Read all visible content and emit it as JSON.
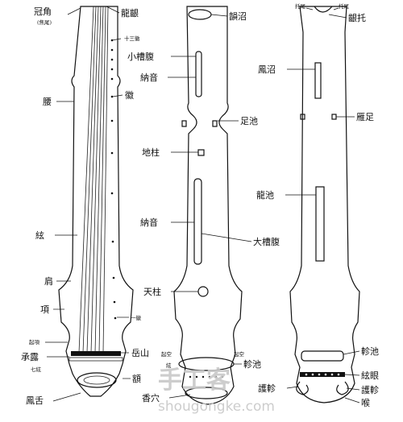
{
  "front_view": {
    "labels": {
      "guanjiao": "冠角",
      "guanjiao_sub": "(焦尾)",
      "longyin": "龍齦",
      "shisan_hui": "十三徽",
      "hui": "徽",
      "yao": "腰",
      "xian": "絃",
      "jian": "肩",
      "xiang": "項",
      "qixiang": "起項",
      "chenglu": "承露",
      "qixian": "七絃",
      "yihui": "一徽",
      "yueshan": "岳山",
      "e": "額",
      "fengshe": "鳳舌"
    }
  },
  "back_view": {
    "labels": {
      "yinzhao": "韻沼",
      "xiaocaofu": "小槽腹",
      "nayin_top": "納音",
      "zuchi": "足池",
      "dizhu": "地柱",
      "nayin_mid": "納音",
      "dacaofu": "大槽腹",
      "tianzhu": "天柱",
      "qikong_left": "起空",
      "qikong_right": "起空",
      "xian": "絃",
      "zhenchi": "軫池",
      "xiangxue": "香穴"
    }
  },
  "side_view": {
    "labels": {
      "tuowei_left": "托尾",
      "tuowei_right": "托尾",
      "yintuo": "齦托",
      "fengzhao": "鳳沼",
      "yanzu": "雁足",
      "longchi": "龍池",
      "zhenchi": "軫池",
      "xianyan": "絃眼",
      "hu_zhen_left": "護軫",
      "hu_zhen_right": "護軫",
      "hou": "喉"
    }
  },
  "watermark": {
    "logo": "手工客",
    "url": "shougongke.com"
  }
}
